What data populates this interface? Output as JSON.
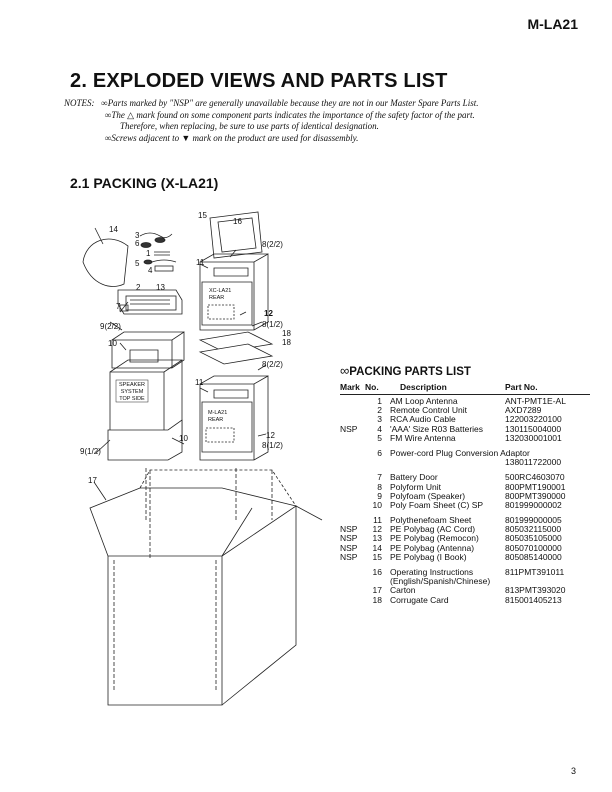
{
  "header": {
    "model": "M-LA21"
  },
  "title": "2. EXPLODED VIEWS AND PARTS LIST",
  "notes": {
    "label": "NOTES:",
    "line1": "Parts marked by \"NSP\" are generally unavailable because they are not in our Master Spare Parts List.",
    "line2a": "The",
    "line2b": "mark found on some component parts indicates the importance of the safety factor of the part.",
    "line3": "Therefore, when replacing, be sure to use parts of identical designation.",
    "line4a": "Screws adjacent to",
    "line4b": "mark on the product are used for disassembly."
  },
  "section_title": "2.1 PACKING (X-LA21)",
  "diagram": {
    "labels": {
      "l14": "14",
      "l3": "3",
      "l6": "6",
      "l1": "1",
      "l5": "5",
      "l4": "4",
      "l15": "15",
      "l16": "16",
      "l8_22a": "8(2/2)",
      "l11a": "11",
      "l2": "2",
      "l13": "13",
      "l7": "7",
      "l9_22": "9(2/2)",
      "l10a": "10",
      "l12a": "12",
      "l8_12a": "8(1/2)",
      "l18a": "18",
      "l18b": "18",
      "l8_22b": "8(2/2)",
      "l11b": "11",
      "l10b": "10",
      "l12b": "12",
      "l8_12b": "8(1/2)",
      "l9_12": "9(1/2)",
      "l17": "17"
    },
    "box_upper_text1": "XC-LA21",
    "box_upper_text2": "REAR",
    "box_lower_text1": "M-LA21",
    "box_lower_text2": "REAR",
    "speaker_text1": "SPEAKER",
    "speaker_text2": "SYSTEM",
    "speaker_text3": "TOP SIDE"
  },
  "packing_parts_list": {
    "title": "PACKING PARTS LIST",
    "headers": {
      "mark": "Mark",
      "no": "No.",
      "desc": "Description",
      "part": "Part No."
    },
    "rows": [
      {
        "mark": "",
        "no": "1",
        "desc": "AM Loop Antenna",
        "part": "ANT-PMT1E-AL"
      },
      {
        "mark": "",
        "no": "2",
        "desc": "Remote Control Unit",
        "part": "AXD7289"
      },
      {
        "mark": "",
        "no": "3",
        "desc": "RCA  Audio Cable",
        "part": "122003220100"
      },
      {
        "mark": "NSP",
        "no": "4",
        "desc": "'AAA' Size R03 Batteries",
        "part": "130115004000"
      },
      {
        "mark": "",
        "no": "5",
        "desc": "FM Wire Antenna",
        "part": "132030001001"
      },
      {
        "mark": "",
        "no": "6",
        "desc": "Power-cord Plug Conversion Adaptor",
        "part": "138011722000"
      },
      {
        "mark": "",
        "no": "7",
        "desc": "Battery Door",
        "part": "500RC4603070"
      },
      {
        "mark": "",
        "no": "8",
        "desc": "Polyform Unit",
        "part": "800PMT190001"
      },
      {
        "mark": "",
        "no": "9",
        "desc": "Polyfoam (Speaker)",
        "part": "800PMT390000"
      },
      {
        "mark": "",
        "no": "10",
        "desc": "Poly Foam Sheet (C) SP",
        "part": "801999000002"
      },
      {
        "mark": "",
        "no": "11",
        "desc": "Polythenefoam Sheet",
        "part": "801999000005"
      },
      {
        "mark": "NSP",
        "no": "12",
        "desc": "PE Polybag (AC Cord)",
        "part": "805032115000"
      },
      {
        "mark": "NSP",
        "no": "13",
        "desc": "PE Polybag (Remocon)",
        "part": "805035105000"
      },
      {
        "mark": "NSP",
        "no": "14",
        "desc": "PE Polybag (Antenna)",
        "part": "805070100000"
      },
      {
        "mark": "NSP",
        "no": "15",
        "desc": "PE Polybag (I Book)",
        "part": "805085140000"
      },
      {
        "mark": "",
        "no": "16",
        "desc": "Operating Instructions",
        "desc2": "(English/Spanish/Chinese)",
        "part": "811PMT391011"
      },
      {
        "mark": "",
        "no": "17",
        "desc": "Carton",
        "part": "813PMT393020"
      },
      {
        "mark": "",
        "no": "18",
        "desc": "Corrugate Card",
        "part": "815001405213"
      }
    ]
  },
  "page_number": "3"
}
